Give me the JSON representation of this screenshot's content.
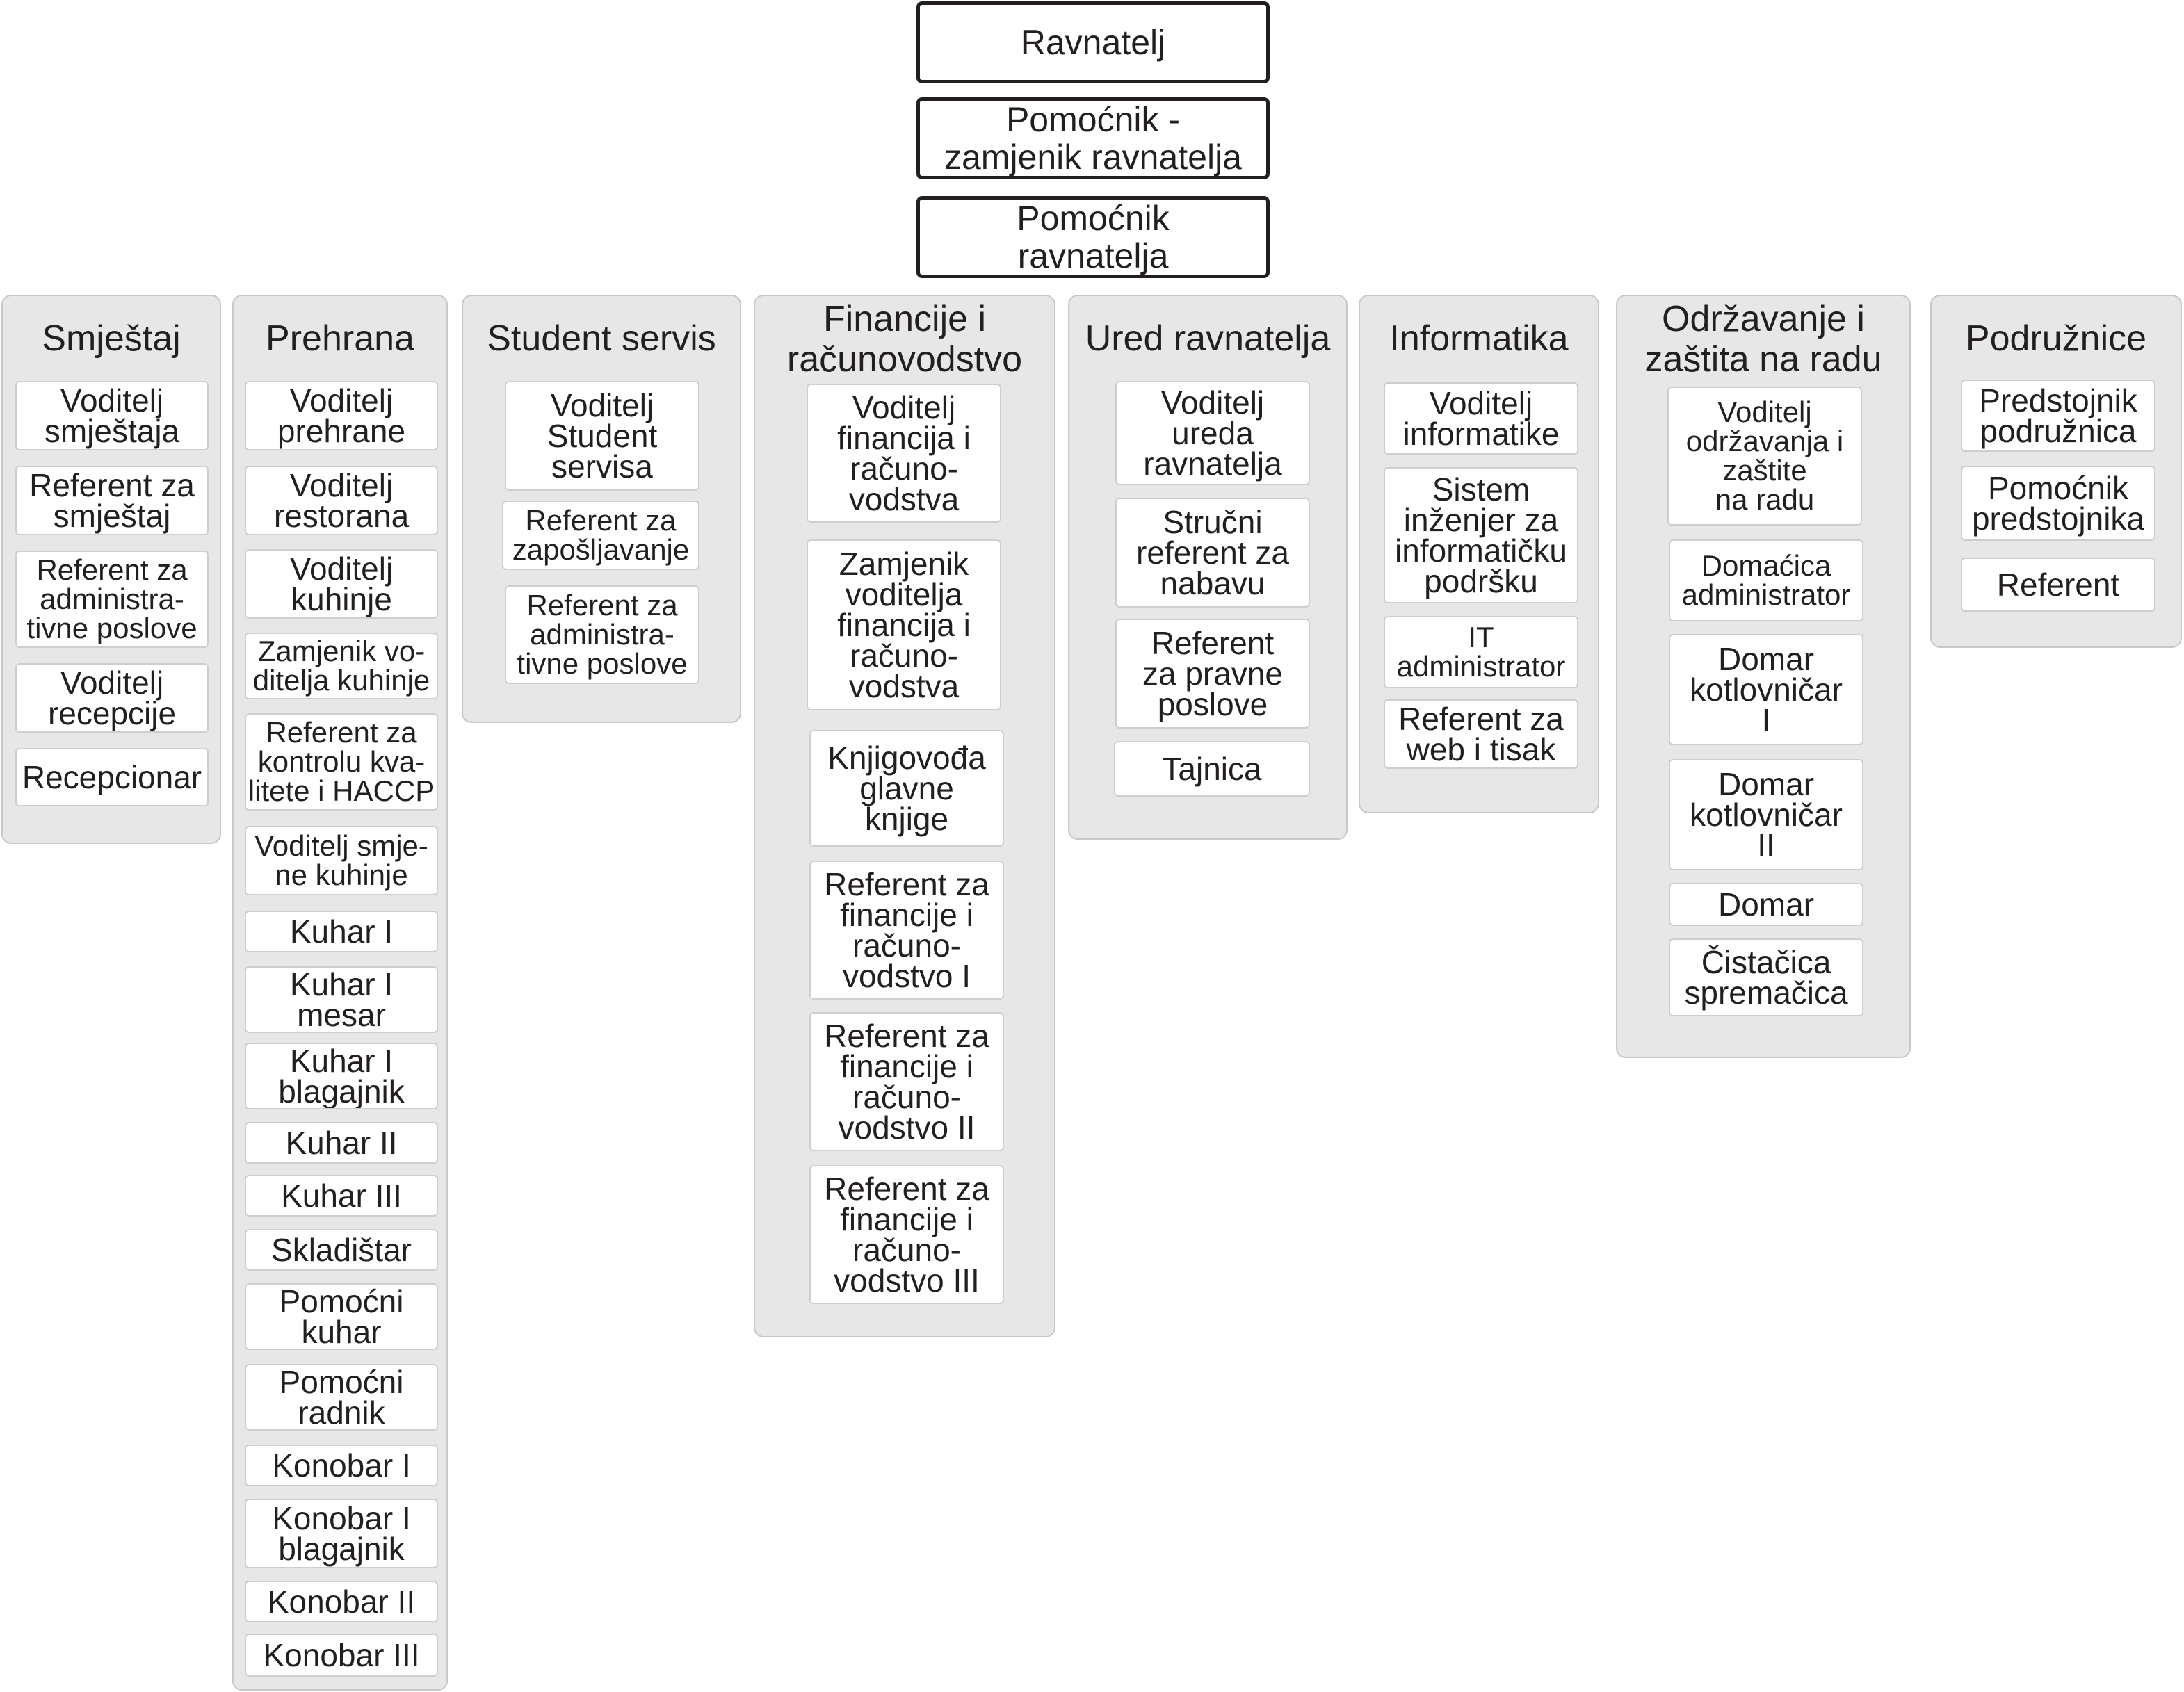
{
  "top": [
    {
      "label": "Ravnatelj"
    },
    {
      "label": "Pomoćnik -\nzamjenik ravnatelja"
    },
    {
      "label": "Pomoćnik\nravnatelja"
    }
  ],
  "departments": [
    {
      "title": "Smještaj",
      "positions": [
        "Voditelj\nsmještaja",
        "Referent za\nsmještaj",
        "Referent za\nadministra-\ntivne poslove",
        "Voditelj\nrecepcije",
        "Recepcionar"
      ]
    },
    {
      "title": "Prehrana",
      "positions": [
        "Voditelj\nprehrane",
        "Voditelj\nrestorana",
        "Voditelj\nkuhinje",
        "Zamjenik vo-\nditelja kuhinje",
        "Referent za\nkontrolu kva-\nlitete i HACCP",
        "Voditelj smje-\nne kuhinje",
        "Kuhar I",
        "Kuhar I\nmesar",
        "Kuhar I\nblagajnik",
        "Kuhar II",
        "Kuhar III",
        "Skladištar",
        "Pomoćni\nkuhar",
        "Pomoćni\nradnik",
        "Konobar I",
        "Konobar I\nblagajnik",
        "Konobar II",
        "Konobar III"
      ]
    },
    {
      "title": "Student servis",
      "positions": [
        "Voditelj\nStudent\nservisa",
        "Referent za\nzapošljavanje",
        "Referent za\nadministra-\ntivne poslove"
      ]
    },
    {
      "title": "Financije i\nračunovodstvo",
      "positions": [
        "Voditelj\nfinancija i\nračuno-\nvodstva",
        "Zamjenik\nvoditelja\nfinancija i\nračuno-\nvodstva",
        "Knjigovođa\nglavne\nknjige",
        "Referent za\nfinancije i\nračuno-\nvodstvo I",
        "Referent za\nfinancije i\nračuno-\nvodstvo II",
        "Referent za\nfinancije i\nračuno-\nvodstvo III"
      ]
    },
    {
      "title": "Ured ravnatelja",
      "positions": [
        "Voditelj\nureda\nravnatelja",
        "Stručni\nreferent za\nnabavu",
        "Referent\nza pravne\nposlove",
        "Tajnica"
      ]
    },
    {
      "title": "Informatika",
      "positions": [
        "Voditelj\ninformatike",
        "Sistem\ninženjer za\ninformatičku\npodršku",
        "IT\nadministrator",
        "Referent za\nweb i tisak"
      ]
    },
    {
      "title": "Održavanje i\nzaštita na radu",
      "positions": [
        "Voditelj\nodržavanja i\nzaštite\nna radu",
        "Domaćica\nadministrator",
        "Domar\nkotlovničar\nI",
        "Domar\nkotlovničar\nII",
        "Domar",
        "Čistačica\nspremačica"
      ]
    },
    {
      "title": "Podružnice",
      "positions": [
        "Predstojnik\npodružnica",
        "Pomoćnik\npredstojnika",
        "Referent"
      ]
    }
  ]
}
